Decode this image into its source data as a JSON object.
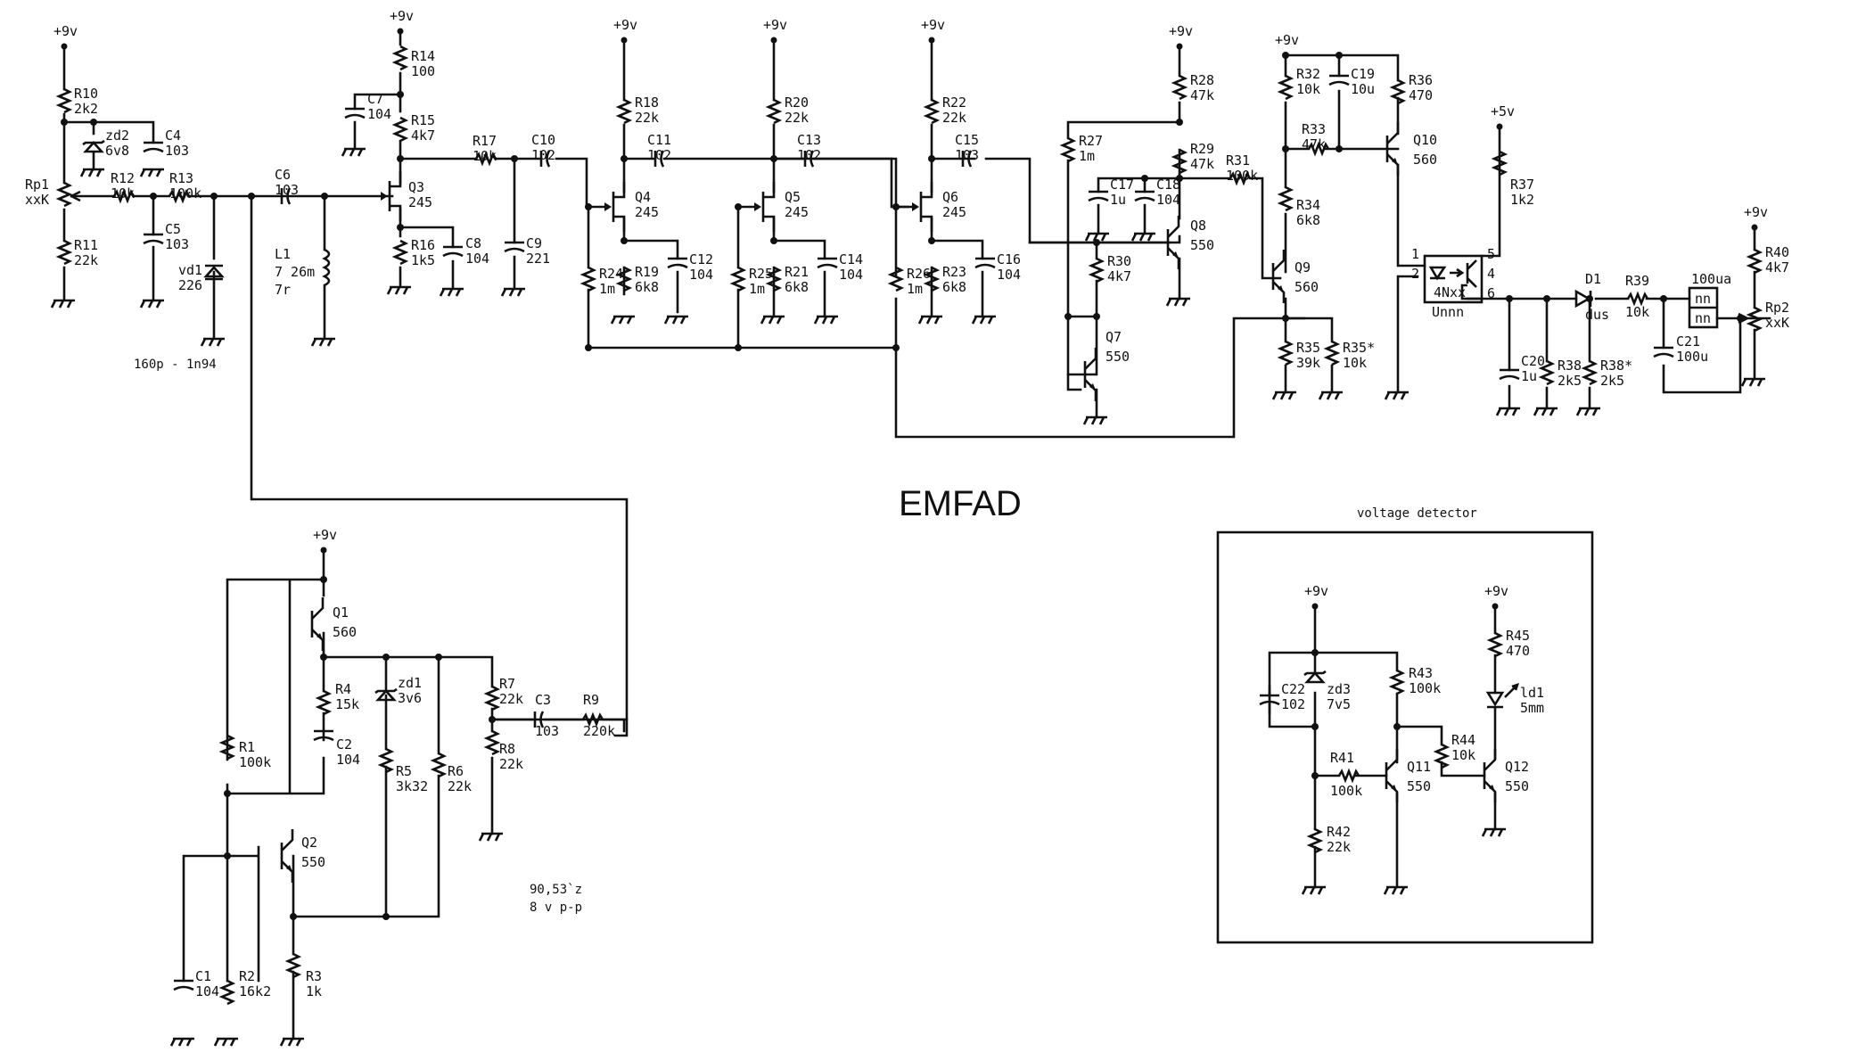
{
  "title": "EMFAD",
  "supply": {
    "v9": "+9v",
    "v5": "+5v"
  },
  "notes": {
    "detector_diode": "160p - 1n94",
    "oscillator_freq": "90,53`z",
    "oscillator_amp": "8 v p-p",
    "voltage_detector_title": "voltage detector"
  },
  "components": {
    "R1": {
      "ref": "R1",
      "val": "100k"
    },
    "R2": {
      "ref": "R2",
      "val": "16k2"
    },
    "R3": {
      "ref": "R3",
      "val": "1k"
    },
    "R4": {
      "ref": "R4",
      "val": "15k"
    },
    "R5": {
      "ref": "R5",
      "val": "3k32"
    },
    "R6": {
      "ref": "R6",
      "val": "22k"
    },
    "R7": {
      "ref": "R7",
      "val": "22k"
    },
    "R8": {
      "ref": "R8",
      "val": "22k"
    },
    "R9": {
      "ref": "R9",
      "val": "220k"
    },
    "R10": {
      "ref": "R10",
      "val": "2k2"
    },
    "R11": {
      "ref": "R11",
      "val": "22k"
    },
    "R12": {
      "ref": "R12",
      "val": "10k"
    },
    "R13": {
      "ref": "R13",
      "val": "100k"
    },
    "R14": {
      "ref": "R14",
      "val": "100"
    },
    "R15": {
      "ref": "R15",
      "val": "4k7"
    },
    "R16": {
      "ref": "R16",
      "val": "1k5"
    },
    "R17": {
      "ref": "R17",
      "val": "10k"
    },
    "R18": {
      "ref": "R18",
      "val": "22k"
    },
    "R19": {
      "ref": "R19",
      "val": "6k8"
    },
    "R20": {
      "ref": "R20",
      "val": "22k"
    },
    "R21": {
      "ref": "R21",
      "val": "6k8"
    },
    "R22": {
      "ref": "R22",
      "val": "22k"
    },
    "R23": {
      "ref": "R23",
      "val": "6k8"
    },
    "R24": {
      "ref": "R24",
      "val": "1m"
    },
    "R25": {
      "ref": "R25",
      "val": "1m"
    },
    "R26": {
      "ref": "R26",
      "val": "1m"
    },
    "R27": {
      "ref": "R27",
      "val": "1m"
    },
    "R28": {
      "ref": "R28",
      "val": "47k"
    },
    "R29": {
      "ref": "R29",
      "val": "47k"
    },
    "R30": {
      "ref": "R30",
      "val": "4k7"
    },
    "R31": {
      "ref": "R31",
      "val": "100k"
    },
    "R32": {
      "ref": "R32",
      "val": "10k"
    },
    "R33": {
      "ref": "R33",
      "val": "47k"
    },
    "R34": {
      "ref": "R34",
      "val": "6k8"
    },
    "R35": {
      "ref": "R35",
      "val": "39k"
    },
    "R35s": {
      "ref": "R35*",
      "val": "10k"
    },
    "R36": {
      "ref": "R36",
      "val": "470"
    },
    "R37": {
      "ref": "R37",
      "val": "1k2"
    },
    "R38": {
      "ref": "R38",
      "val": "2k5"
    },
    "R38s": {
      "ref": "R38*",
      "val": "2k5"
    },
    "R39": {
      "ref": "R39",
      "val": "10k"
    },
    "R40": {
      "ref": "R40",
      "val": "4k7"
    },
    "R41": {
      "ref": "R41",
      "val": "100k"
    },
    "R42": {
      "ref": "R42",
      "val": "22k"
    },
    "R43": {
      "ref": "R43",
      "val": "100k"
    },
    "R44": {
      "ref": "R44",
      "val": "10k"
    },
    "R45": {
      "ref": "R45",
      "val": "470"
    },
    "Rp1": {
      "ref": "Rp1",
      "val": "xxK"
    },
    "Rp2": {
      "ref": "Rp2",
      "val": "xxK"
    },
    "C1": {
      "ref": "C1",
      "val": "104"
    },
    "C2": {
      "ref": "C2",
      "val": "104"
    },
    "C3": {
      "ref": "C3",
      "val": "103"
    },
    "C4": {
      "ref": "C4",
      "val": "103"
    },
    "C5": {
      "ref": "C5",
      "val": "103"
    },
    "C6": {
      "ref": "C6",
      "val": "103"
    },
    "C7": {
      "ref": "C7",
      "val": "104"
    },
    "C8": {
      "ref": "C8",
      "val": "104"
    },
    "C9": {
      "ref": "C9",
      "val": "221"
    },
    "C10": {
      "ref": "C10",
      "val": "102"
    },
    "C11": {
      "ref": "C11",
      "val": "102"
    },
    "C12": {
      "ref": "C12",
      "val": "104"
    },
    "C13": {
      "ref": "C13",
      "val": "102"
    },
    "C14": {
      "ref": "C14",
      "val": "104"
    },
    "C15": {
      "ref": "C15",
      "val": "103"
    },
    "C16": {
      "ref": "C16",
      "val": "104"
    },
    "C17": {
      "ref": "C17",
      "val": "1u"
    },
    "C18": {
      "ref": "C18",
      "val": "104"
    },
    "C19": {
      "ref": "C19",
      "val": "10u"
    },
    "C20": {
      "ref": "C20",
      "val": "1u"
    },
    "C21": {
      "ref": "C21",
      "val": "100u"
    },
    "C22": {
      "ref": "C22",
      "val": "102"
    },
    "Q1": {
      "ref": "Q1",
      "val": "560"
    },
    "Q2": {
      "ref": "Q2",
      "val": "550"
    },
    "Q3": {
      "ref": "Q3",
      "val": "245"
    },
    "Q4": {
      "ref": "Q4",
      "val": "245"
    },
    "Q5": {
      "ref": "Q5",
      "val": "245"
    },
    "Q6": {
      "ref": "Q6",
      "val": "245"
    },
    "Q7": {
      "ref": "Q7",
      "val": "550"
    },
    "Q8": {
      "ref": "Q8",
      "val": "550"
    },
    "Q9": {
      "ref": "Q9",
      "val": "560"
    },
    "Q10": {
      "ref": "Q10",
      "val": "560"
    },
    "Q11": {
      "ref": "Q11",
      "val": "550"
    },
    "Q12": {
      "ref": "Q12",
      "val": "550"
    },
    "zd1": {
      "ref": "zd1",
      "val": "3v6"
    },
    "zd2": {
      "ref": "zd2",
      "val": "6v8"
    },
    "zd3": {
      "ref": "zd3",
      "val": "7v5"
    },
    "vd1": {
      "ref": "vd1",
      "val": "226"
    },
    "L1": {
      "ref": "L1",
      "val": "7 26m",
      "val2": "7r"
    },
    "D1": {
      "ref": "D1",
      "val": "dus"
    },
    "ld1": {
      "ref": "ld1",
      "val": "5mm"
    },
    "U1": {
      "ref": "4Nxx",
      "val": "Unnn",
      "pins": [
        "1",
        "2",
        "4",
        "5",
        "6"
      ]
    },
    "M1": {
      "ref": "100ua",
      "val": "nn"
    }
  }
}
